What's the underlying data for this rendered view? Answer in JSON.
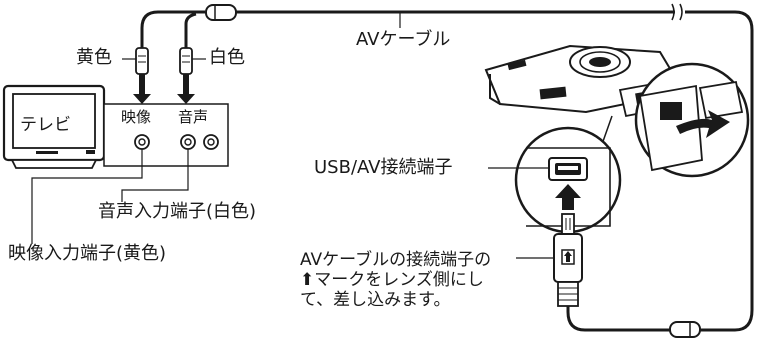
{
  "labels": {
    "yellow_plug": "黄色",
    "white_plug": "白色",
    "av_cable": "AVケーブル",
    "tv": "テレビ",
    "video_jack": "映像",
    "audio_jack": "音声",
    "usb_av_port": "USB/AV接続端子",
    "audio_input": "音声入力端子(白色)",
    "video_input": "映像入力端子(黄色)"
  },
  "note": {
    "line1": "AVケーブルの接続端子の",
    "line2_mark": "⬆",
    "line2": "マークをレンズ側にし",
    "line3": "て、差し込みます。"
  },
  "icons": [
    "arrow-up-mark-icon",
    "down-arrow-icon",
    "push-arrow-icon"
  ],
  "colors": {
    "ink": "#1a1a1a",
    "screen": "#ffffff",
    "cable": "#1a1a1a"
  }
}
